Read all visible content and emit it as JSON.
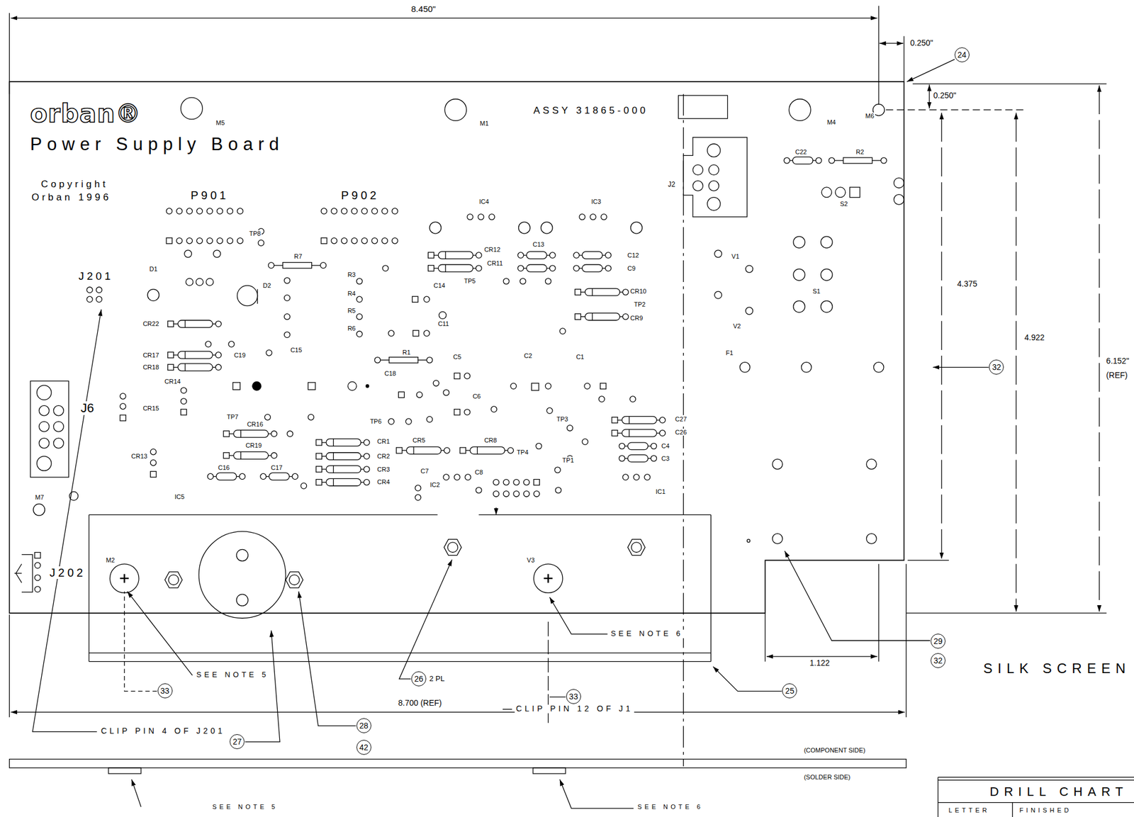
{
  "diagram": {
    "nodes": [
      {
        "text": [
          "24"
        ]
      },
      {
        "text": [
          "32"
        ]
      },
      {
        "text": [
          "29"
        ]
      },
      {
        "text": [
          "32"
        ]
      },
      {
        "text": [
          "26"
        ]
      },
      {
        "text": [
          "33"
        ]
      },
      {
        "text": [
          "33"
        ]
      },
      {
        "text": [
          "25"
        ]
      },
      {
        "text": [
          "27"
        ]
      },
      {
        "text": [
          "28"
        ]
      },
      {
        "text": [
          "42"
        ]
      }
    ],
    "labels": [
      "8.450\"",
      "0.250\"",
      "orban®",
      "M5",
      "M1",
      "ASSY 31865-000",
      "M4",
      "M6",
      "0.250\"",
      "Power Supply Board",
      "Copyright",
      "Orban 1996",
      "P901",
      "P902",
      "IC4",
      "IC3",
      "C22",
      "R2",
      "J2",
      "S2",
      "J201",
      "D1",
      "TP8",
      "R7",
      "V1",
      "R3",
      "R4",
      "R5",
      "R6",
      "D2",
      "CR12",
      "CR11",
      "C13",
      "C12",
      "C9",
      "TP5",
      "C14",
      "S1",
      "4.375",
      "CR10",
      "TP2",
      "CR9",
      "V2",
      "C11",
      "CR22",
      "C15",
      "4.922",
      "CR17",
      "C19",
      "CR18",
      "R1",
      "C5",
      "C2",
      "C1",
      "C18",
      "F1",
      "6.152\"",
      "(REF)",
      "J6",
      "C6",
      "CR15",
      "CR14",
      "TP7",
      "TP6",
      "TP3",
      "C27",
      "C26",
      "CR16",
      "CR1",
      "CR5",
      "CR8",
      "TP4",
      "C4",
      "C3",
      "CR19",
      "CR2",
      "TP1",
      "CR13",
      "CR3",
      "CR4",
      "C7",
      "C8",
      "IC2",
      "C16",
      "C17",
      "IC1",
      "M7",
      "IC5",
      "M2",
      "V3",
      "J202",
      "SEE NOTE 5",
      "SEE NOTE 6",
      "2 PL",
      "1.122",
      "SILK SCREEN",
      "8.700 (REF)",
      "CLIP PIN 4 OF J201",
      "CLIP PIN 12 OF J1",
      "(COMPONENT SIDE)",
      "(SOLDER SIDE)",
      "SEE NOTE 5",
      "SEE NOTE 6",
      "DRILL CHART",
      "LETTER",
      "FINISHED"
    ]
  }
}
